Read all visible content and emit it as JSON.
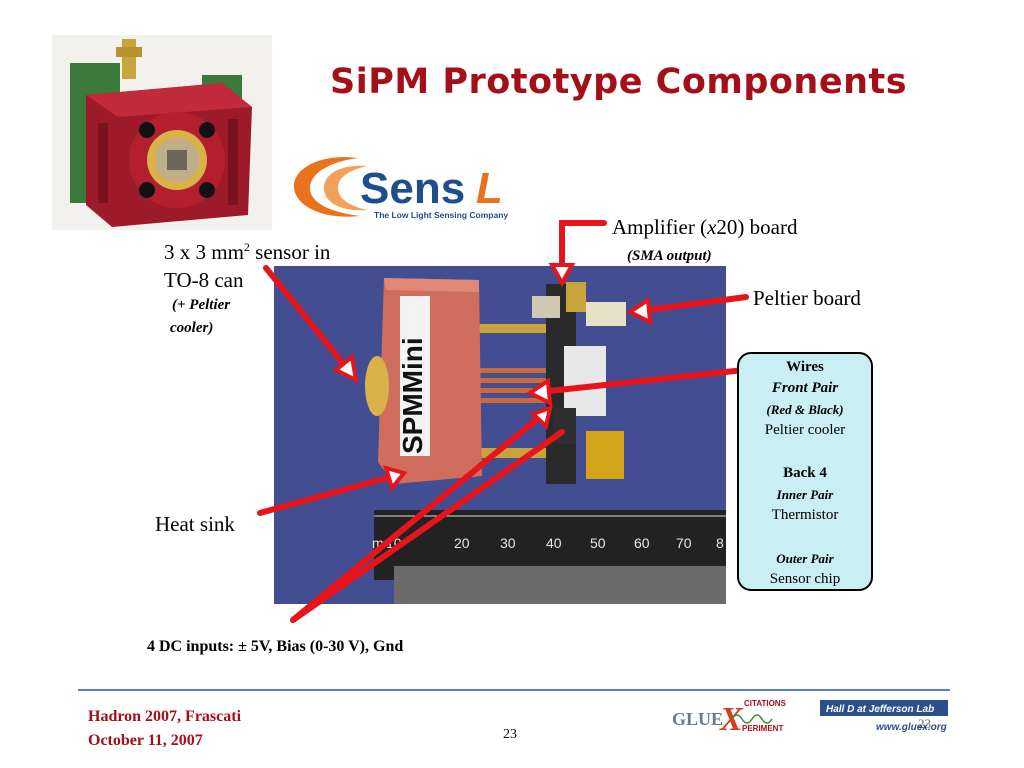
{
  "title": "SiPM Prototype Components",
  "logo": {
    "brand_main": "Sens",
    "brand_accent": "L",
    "tagline": "The Low Light Sensing Company"
  },
  "photo_label": "SPMMini",
  "ruler_numbers": [
    "m",
    "10",
    "20",
    "30",
    "40",
    "50",
    "60",
    "70",
    "8"
  ],
  "labels": {
    "sensor_line1": "3 x 3 mm",
    "sensor_sup": "2",
    "sensor_line1b": " sensor in",
    "sensor_line2": "TO-8 can",
    "sensor_note1": "(+ Peltier",
    "sensor_note2": "cooler)",
    "amp_a": "Amplifier (",
    "amp_x": "x",
    "amp_b": "20) board",
    "amp_note": "(SMA output)",
    "peltier_board": "Peltier board",
    "heat_sink": "Heat sink",
    "dc_inputs": "4 DC inputs:  ± 5V, Bias (0-30 V), Gnd"
  },
  "wires_box": {
    "title": "Wires",
    "front_pair": "Front Pair",
    "red_black": "(Red & Black)",
    "peltier_cooler": "Peltier cooler",
    "back4": "Back 4",
    "inner_pair": "Inner Pair",
    "thermistor": "Thermistor",
    "outer_pair": "Outer Pair",
    "sensor_chip": "Sensor chip"
  },
  "footer": {
    "left_line1": "Hadron 2007, Frascati",
    "left_line2": "October 11, 2007",
    "page": "23",
    "gluex_glue": "GLUE",
    "gluex_x": "X",
    "gluex_top": "CITATIONS",
    "gluex_bottom": "PERIMENT",
    "halld": "Hall D at Jefferson Lab",
    "halld_url": "www.gluex.org",
    "halld_page": "23"
  },
  "colors": {
    "title": "#a3101a",
    "arrows": "#e8141c",
    "wires_bg": "#c9eef4",
    "footer_text": "#a3101a",
    "logo_blue": "#1f4e8c",
    "logo_orange": "#e8731c"
  }
}
